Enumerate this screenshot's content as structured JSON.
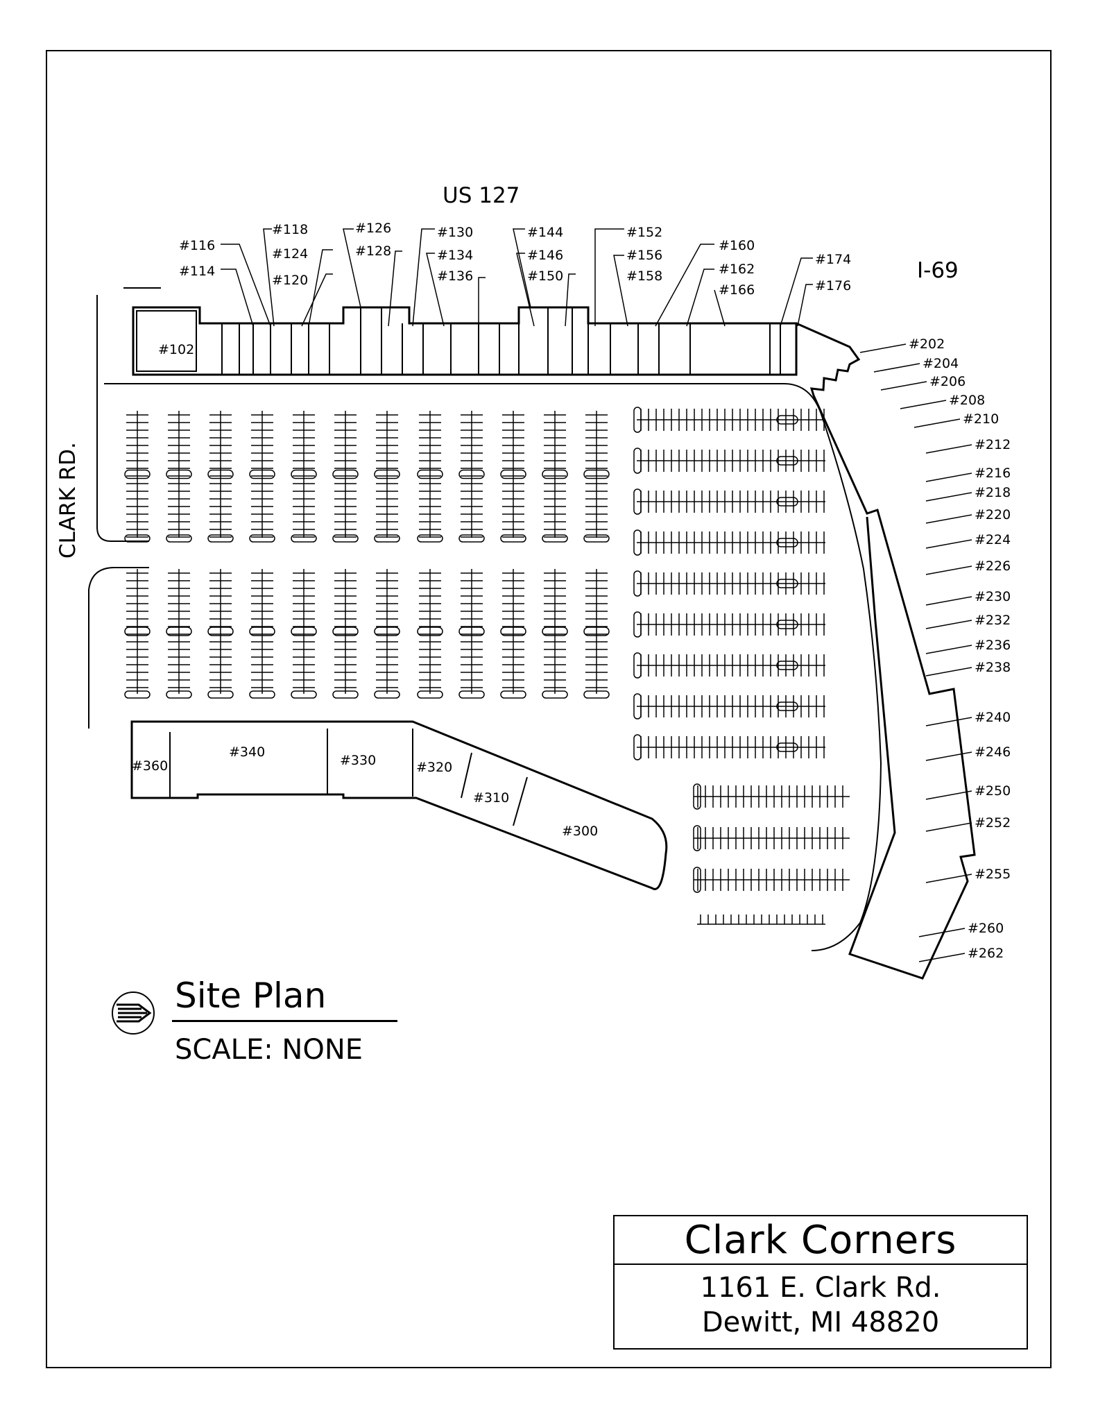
{
  "roads": {
    "north": "US 127",
    "east": "I-69",
    "west": "CLARK RD."
  },
  "units": {
    "north_labels": [
      "#116",
      "#114",
      "#118",
      "#124",
      "#120",
      "#126",
      "#128",
      "#130",
      "#134",
      "#136",
      "#144",
      "#146",
      "#150",
      "#152",
      "#156",
      "#158",
      "#160",
      "#162",
      "#166",
      "#174",
      "#176"
    ],
    "anchor": "#102",
    "east_labels": [
      "#202",
      "#204",
      "#206",
      "#208",
      "#210",
      "#212",
      "#216",
      "#218",
      "#220",
      "#224",
      "#226",
      "#230",
      "#232",
      "#236",
      "#238",
      "#240",
      "#246",
      "#250",
      "#252",
      "#255",
      "#260",
      "#262"
    ],
    "south_labels": [
      "#360",
      "#340",
      "#330",
      "#320",
      "#310",
      "#300"
    ]
  },
  "legend": {
    "title": "Site Plan",
    "scale": "SCALE: NONE"
  },
  "title_block": {
    "name": "Clark Corners",
    "address_line1": "1161 E. Clark Rd.",
    "address_line2": "Dewitt, MI 48820"
  }
}
